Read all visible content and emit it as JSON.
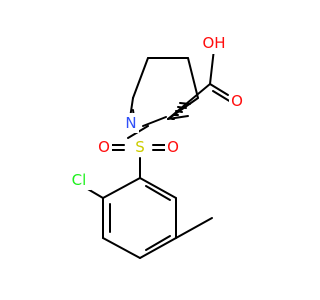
{
  "atoms": {
    "oh": {
      "text": "OH",
      "color": "#ff0d0d"
    },
    "o_carbonyl": {
      "text": "O",
      "color": "#ff0d0d"
    },
    "n": {
      "text": "N",
      "color": "#3050f8"
    },
    "s": {
      "text": "S",
      "color": "#cccc00"
    },
    "o_left": {
      "text": "O",
      "color": "#ff0d0d"
    },
    "o_right": {
      "text": "O",
      "color": "#ff0d0d"
    },
    "cl": {
      "text": "Cl",
      "color": "#1ff01f"
    }
  }
}
